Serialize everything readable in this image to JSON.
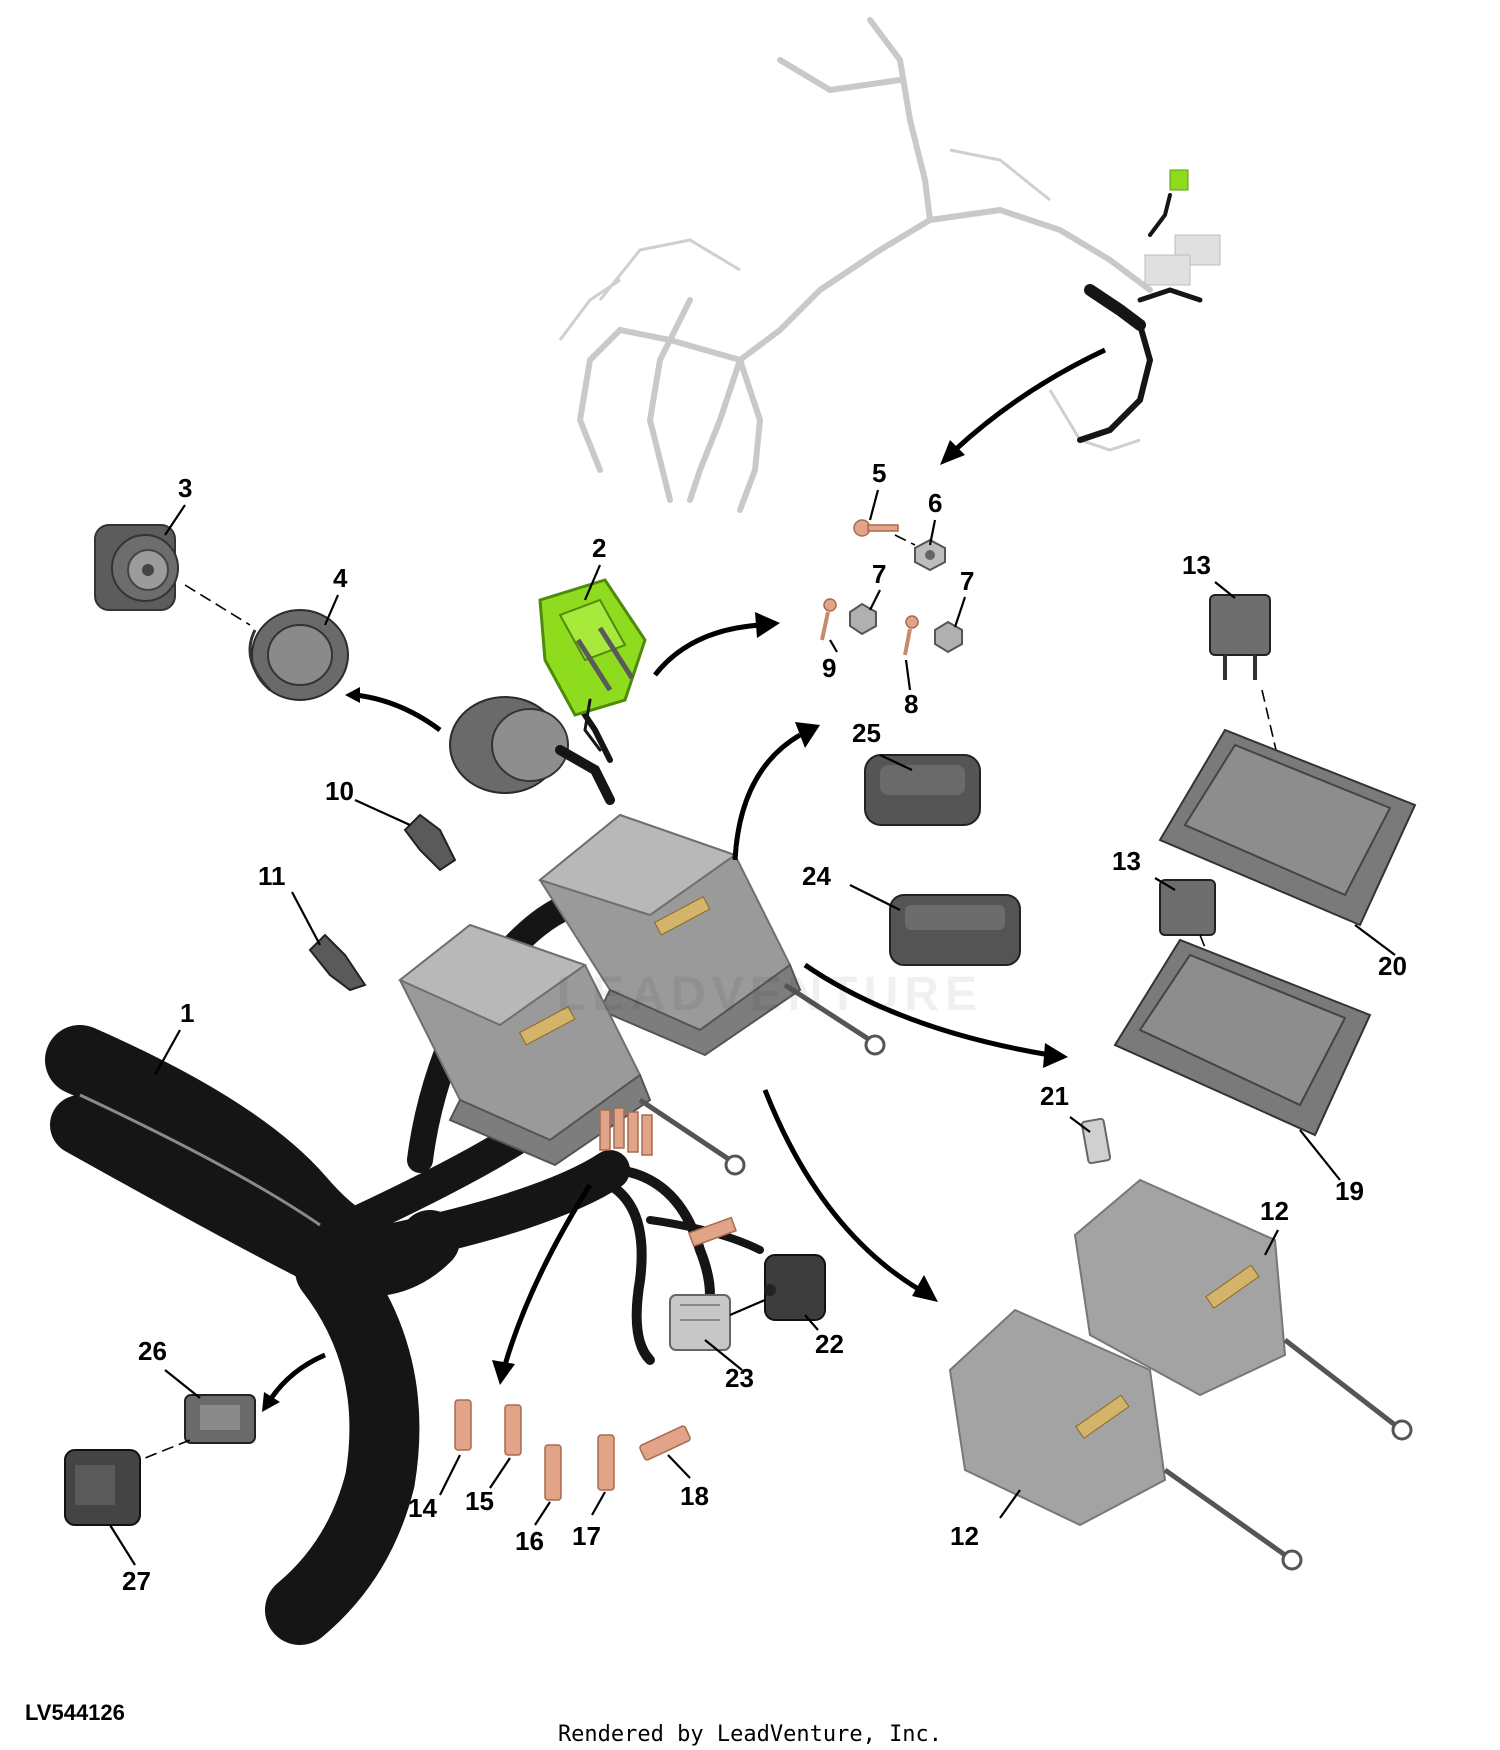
{
  "diagram": {
    "id": "LV544126",
    "credit": "Rendered by LeadVenture, Inc.",
    "watermark": "LEADVENTURE",
    "callouts": {
      "c1": "1",
      "c2": "2",
      "c3": "3",
      "c4": "4",
      "c5": "5",
      "c6": "6",
      "c7a": "7",
      "c7b": "7",
      "c8": "8",
      "c9": "9",
      "c10": "10",
      "c11": "11",
      "c12a": "12",
      "c12b": "12",
      "c13a": "13",
      "c13b": "13",
      "c14": "14",
      "c15": "15",
      "c16": "16",
      "c17": "17",
      "c18": "18",
      "c19": "19",
      "c20": "20",
      "c21": "21",
      "c22": "22",
      "c23": "23",
      "c24": "24",
      "c25": "25",
      "c26": "26",
      "c27": "27"
    },
    "colors": {
      "highlight": "#8fdc1e",
      "cable": "#151515",
      "housing": "#9a9a9a",
      "copper": "#e2a488"
    }
  }
}
